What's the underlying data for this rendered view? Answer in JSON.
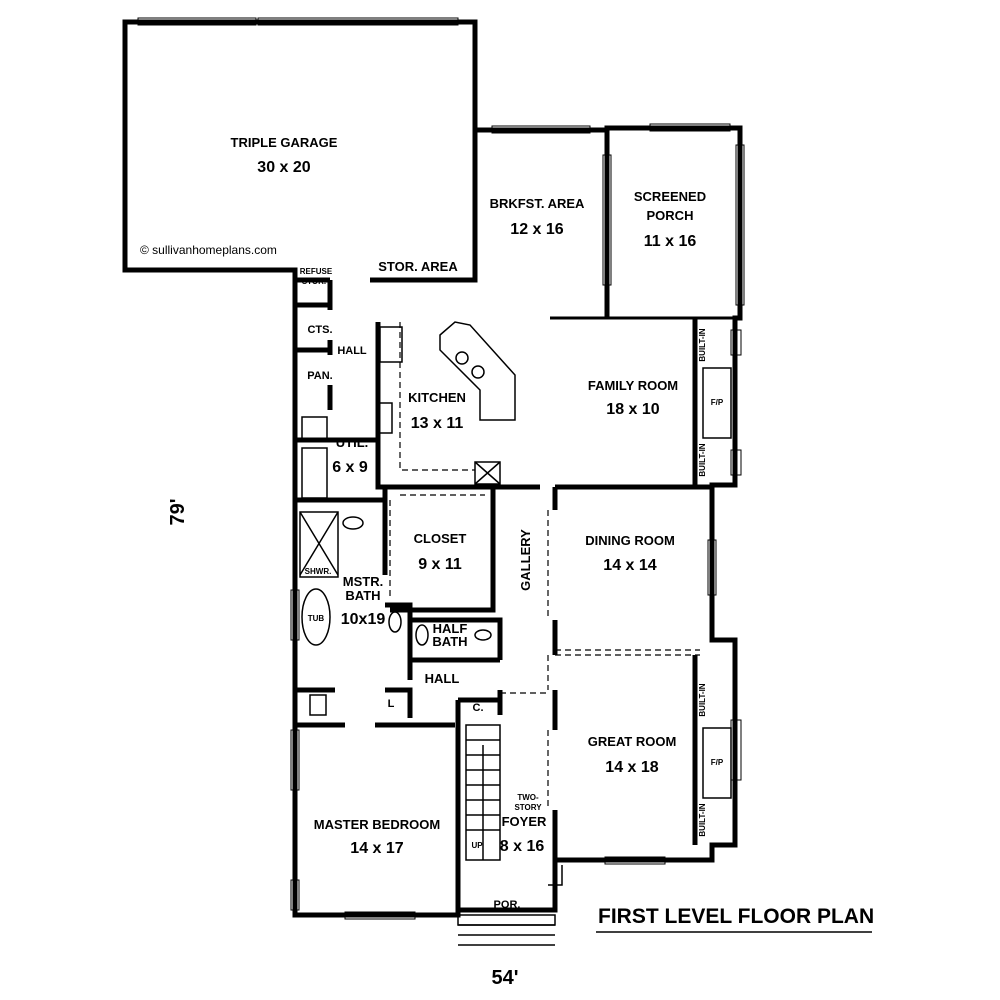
{
  "copyright": "© sullivanhomeplans.com",
  "title": "FIRST LEVEL FLOOR PLAN",
  "dimensions": {
    "depth": "79'",
    "width": "54'"
  },
  "rooms": {
    "garage": {
      "name": "TRIPLE GARAGE",
      "size": "30 x 20"
    },
    "storage": {
      "name": "STOR. AREA"
    },
    "refuse": {
      "line1": "REFUSE",
      "line2": "STOR."
    },
    "breakfast": {
      "name": "BRKFST. AREA",
      "size": "12 x 16"
    },
    "porch": {
      "line1": "SCREENED",
      "line2": "PORCH",
      "size": "11 x 16"
    },
    "kitchen": {
      "name": "KITCHEN",
      "size": "13 x 11"
    },
    "family": {
      "name": "FAMILY ROOM",
      "size": "18 x 10"
    },
    "cts": {
      "name": "CTS."
    },
    "hall1": {
      "name": "HALL"
    },
    "pan": {
      "name": "PAN."
    },
    "util": {
      "name": "UTIL.",
      "size": "6 x 9"
    },
    "closet": {
      "name": "CLOSET",
      "size": "9 x 11"
    },
    "shwr": {
      "name": "SHWR."
    },
    "mbath": {
      "line1": "MSTR.",
      "line2": "BATH",
      "size": "10x19"
    },
    "tub": {
      "name": "TUB"
    },
    "halfbath": {
      "line1": "HALF",
      "line2": "BATH"
    },
    "hall2": {
      "name": "HALL"
    },
    "linen": {
      "name": "L"
    },
    "coat": {
      "name": "C."
    },
    "gallery": {
      "name": "GALLERY"
    },
    "dining": {
      "name": "DINING ROOM",
      "size": "14 x 14"
    },
    "great": {
      "name": "GREAT ROOM",
      "size": "14 x 18"
    },
    "foyer": {
      "line1": "TWO-",
      "line2": "STORY",
      "line3": "FOYER",
      "size": "8 x 16"
    },
    "stairs": {
      "name": "UP"
    },
    "por": {
      "name": "POR."
    },
    "master": {
      "name": "MASTER BEDROOM",
      "size": "14 x 17"
    },
    "fp1": {
      "name": "F/P"
    },
    "fp2": {
      "name": "F/P"
    },
    "builtin": {
      "label": "BUILT-IN"
    }
  }
}
